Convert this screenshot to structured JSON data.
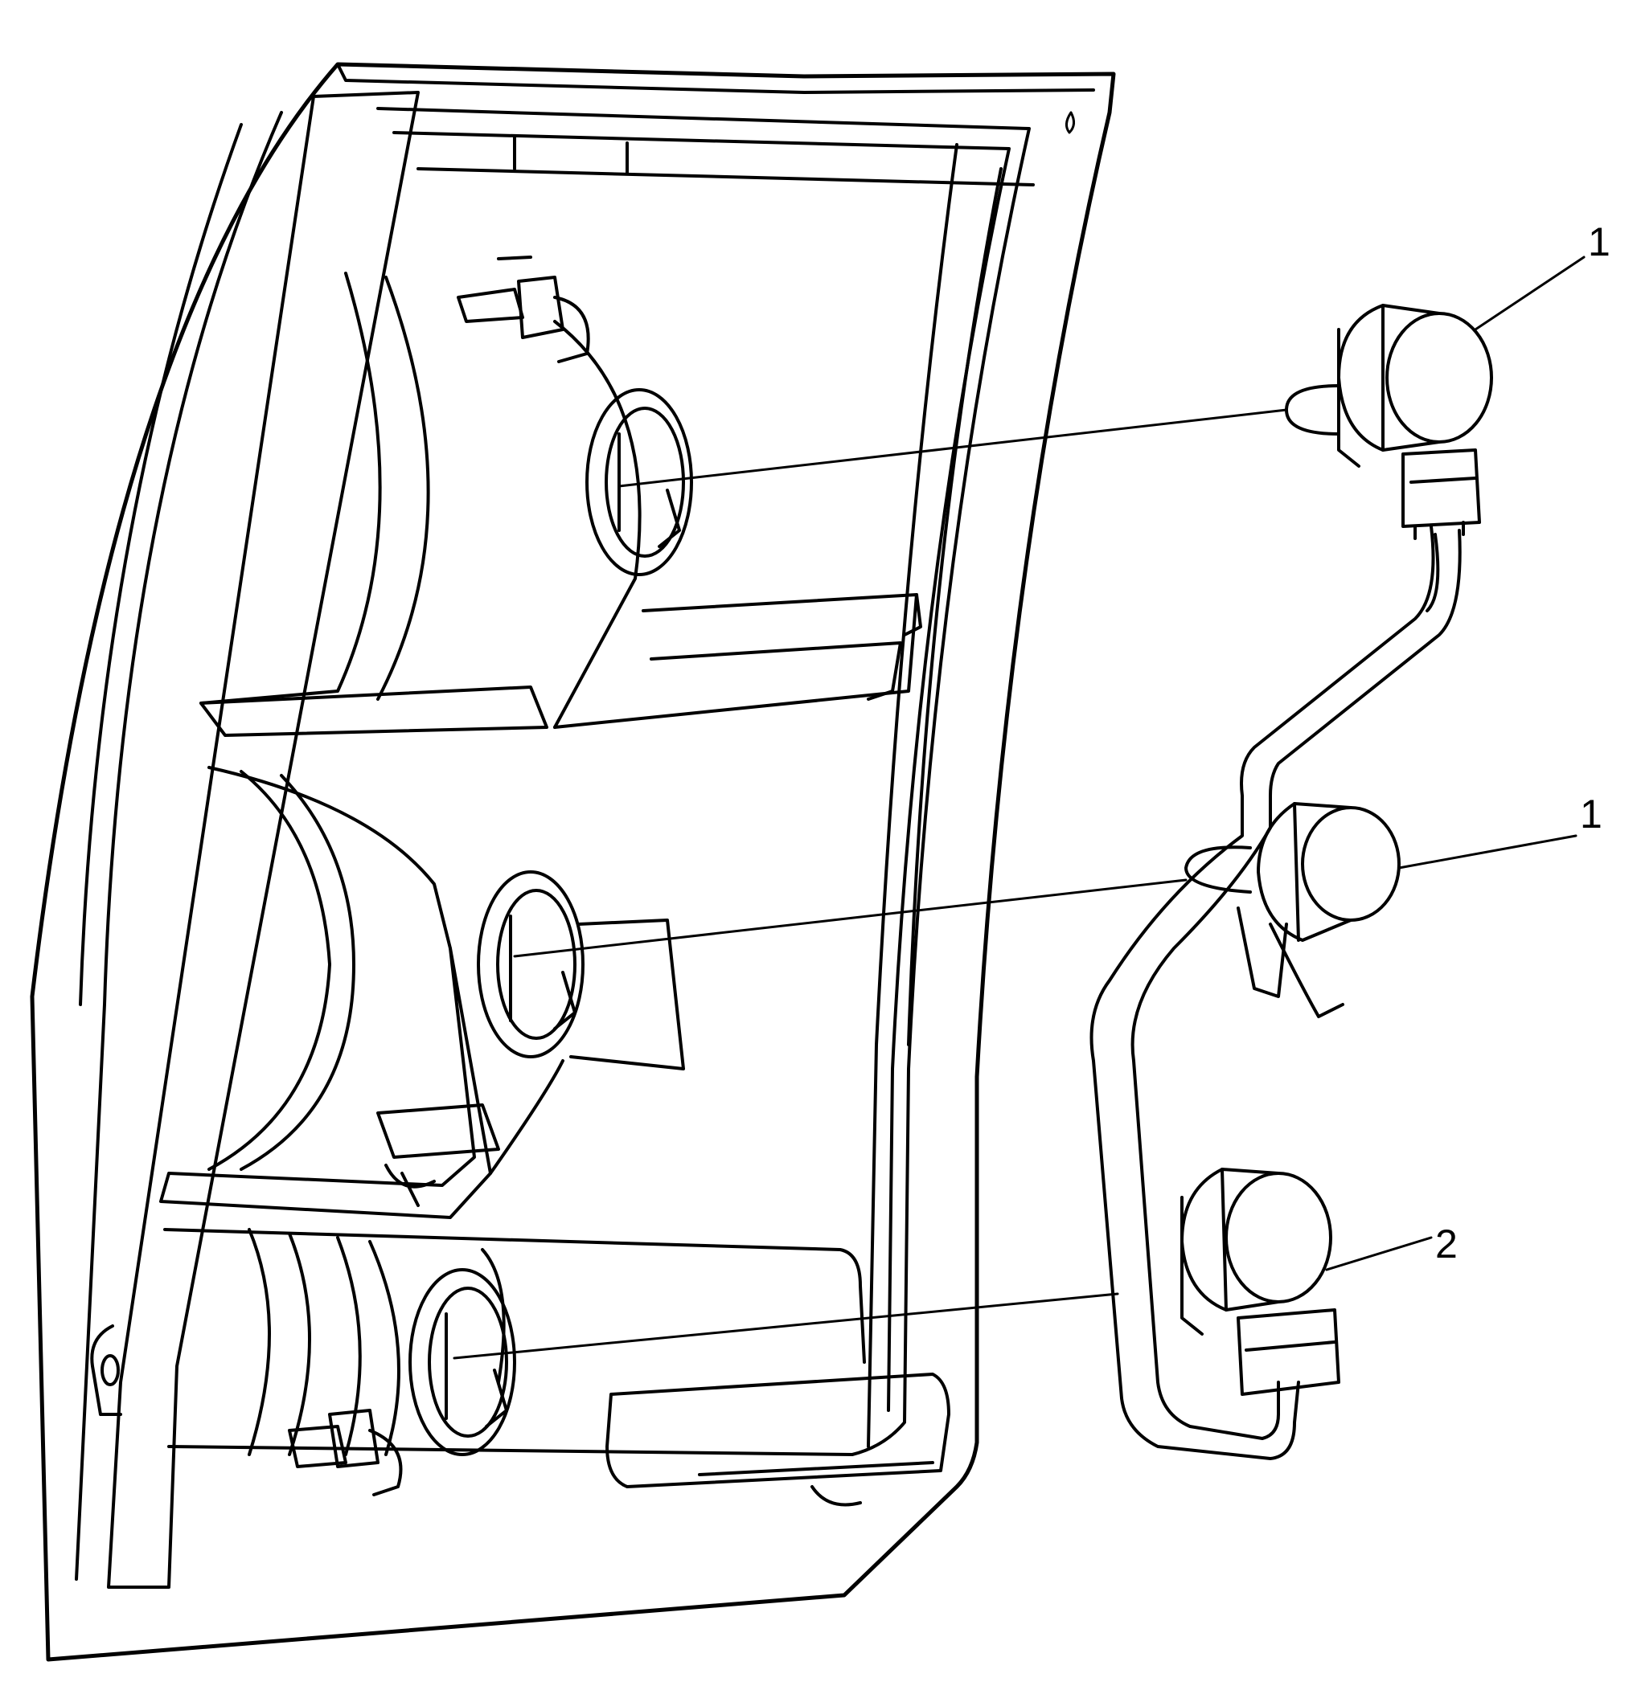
{
  "callouts": [
    {
      "label": "1"
    },
    {
      "label": "1"
    },
    {
      "label": "2"
    }
  ],
  "colors": {
    "line": "#000000",
    "background": "#ffffff"
  }
}
